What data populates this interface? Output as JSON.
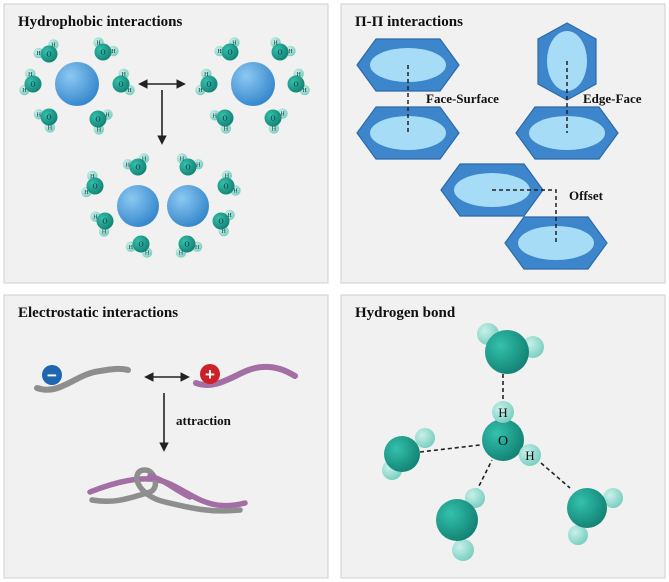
{
  "panels": {
    "hydrophobic": {
      "title": "Hydrophobic interactions"
    },
    "pipi": {
      "title": "Π-Π interactions",
      "labels": {
        "face_surface": "Face-Surface",
        "edge_face": "Edge-Face",
        "offset": "Offset"
      }
    },
    "electrostatic": {
      "title": "Electrostatic interactions",
      "minus": "−",
      "plus": "+",
      "arrow_label": "attraction"
    },
    "hbond": {
      "title": "Hydrogen bond",
      "atoms": {
        "h_top": "H",
        "o": "O",
        "h_right": "H"
      }
    }
  },
  "water_labels": {
    "h": "H",
    "o": "O"
  },
  "colors": {
    "panel_bg": "#f1f1f1",
    "panel_border": "#cfcfcf",
    "water_o": "#1a9b8a",
    "water_h": "#8ad8cc",
    "solute": "#3a96dd",
    "hex_fill": "#3d86cc",
    "hex_inner": "#a7dcf6",
    "strand_grey": "#8e8e8e",
    "strand_purple": "#a26ea4",
    "minus": "#1e67b0",
    "plus": "#cc2129"
  }
}
